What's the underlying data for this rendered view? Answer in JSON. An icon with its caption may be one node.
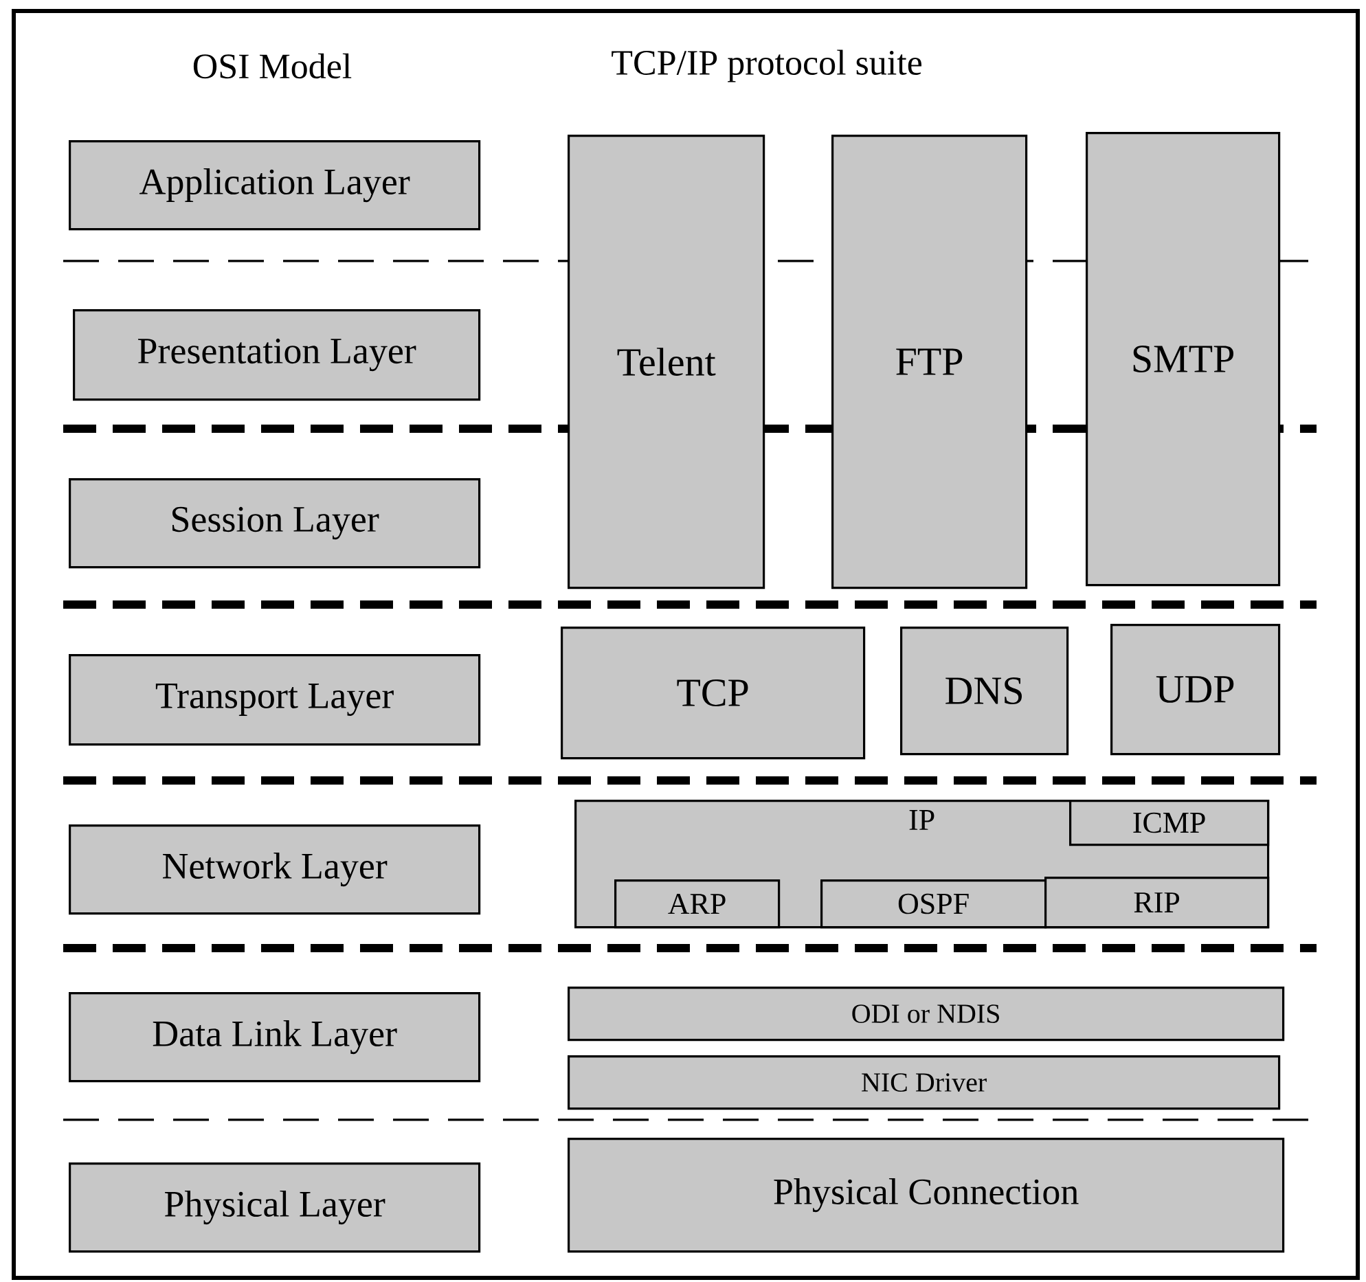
{
  "diagram": {
    "nodes": [
      {
        "text": [
          "Application Layer"
        ]
      },
      {
        "text": [
          "Telent"
        ]
      },
      {
        "text": [
          "FTP"
        ]
      },
      {
        "text": [
          "SMTP"
        ]
      },
      {
        "text": [
          "Presentation Layer"
        ]
      },
      {
        "text": [
          "Session Layer"
        ]
      },
      {
        "text": [
          "Transport Layer"
        ]
      },
      {
        "text": [
          "TCP"
        ]
      },
      {
        "text": [
          "DNS"
        ]
      },
      {
        "text": [
          "UDP"
        ]
      },
      {
        "text": [
          "Network Layer"
        ]
      },
      {
        "text": [
          "IP"
        ]
      },
      {
        "text": [
          "ICMP"
        ],
        "in": 11
      },
      {
        "text": [
          "ARP"
        ],
        "in": 11
      },
      {
        "text": [
          "OSPF"
        ],
        "in": 11
      },
      {
        "text": [
          "RIP"
        ],
        "in": 11
      },
      {
        "text": [
          "Data Link Layer"
        ]
      },
      {
        "text": [
          "ODI or NDIS"
        ]
      },
      {
        "text": [
          "NIC Driver"
        ]
      },
      {
        "text": [
          "Physical Layer"
        ]
      },
      {
        "text": [
          "Physical Connection"
        ]
      }
    ],
    "edges": [],
    "labels": [
      "OSI Model",
      "TCP/IP protocol suite"
    ]
  }
}
